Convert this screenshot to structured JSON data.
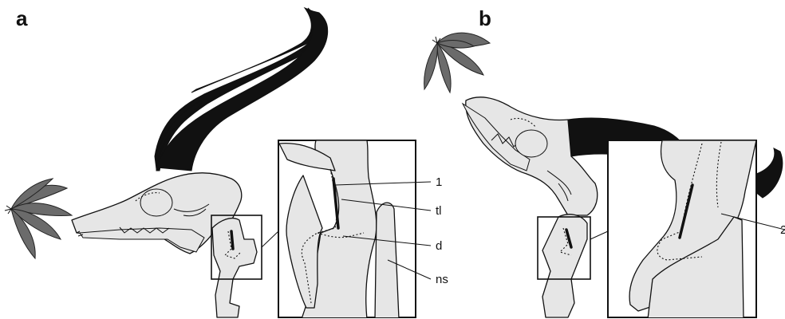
{
  "panels": {
    "a": {
      "letter": "a",
      "labels": {
        "one": "1",
        "tl": "tl",
        "d": "d",
        "ns": "ns"
      }
    },
    "b": {
      "letter": "b",
      "labels": {
        "two": "2"
      }
    }
  },
  "colors": {
    "horn": "#111111",
    "bone": "#e6e6e6",
    "leaf": "#6b6b6b"
  },
  "icons": [
    "leaf-cluster-icon",
    "skull-illustration",
    "horn-illustration",
    "vertebra-illustration"
  ]
}
